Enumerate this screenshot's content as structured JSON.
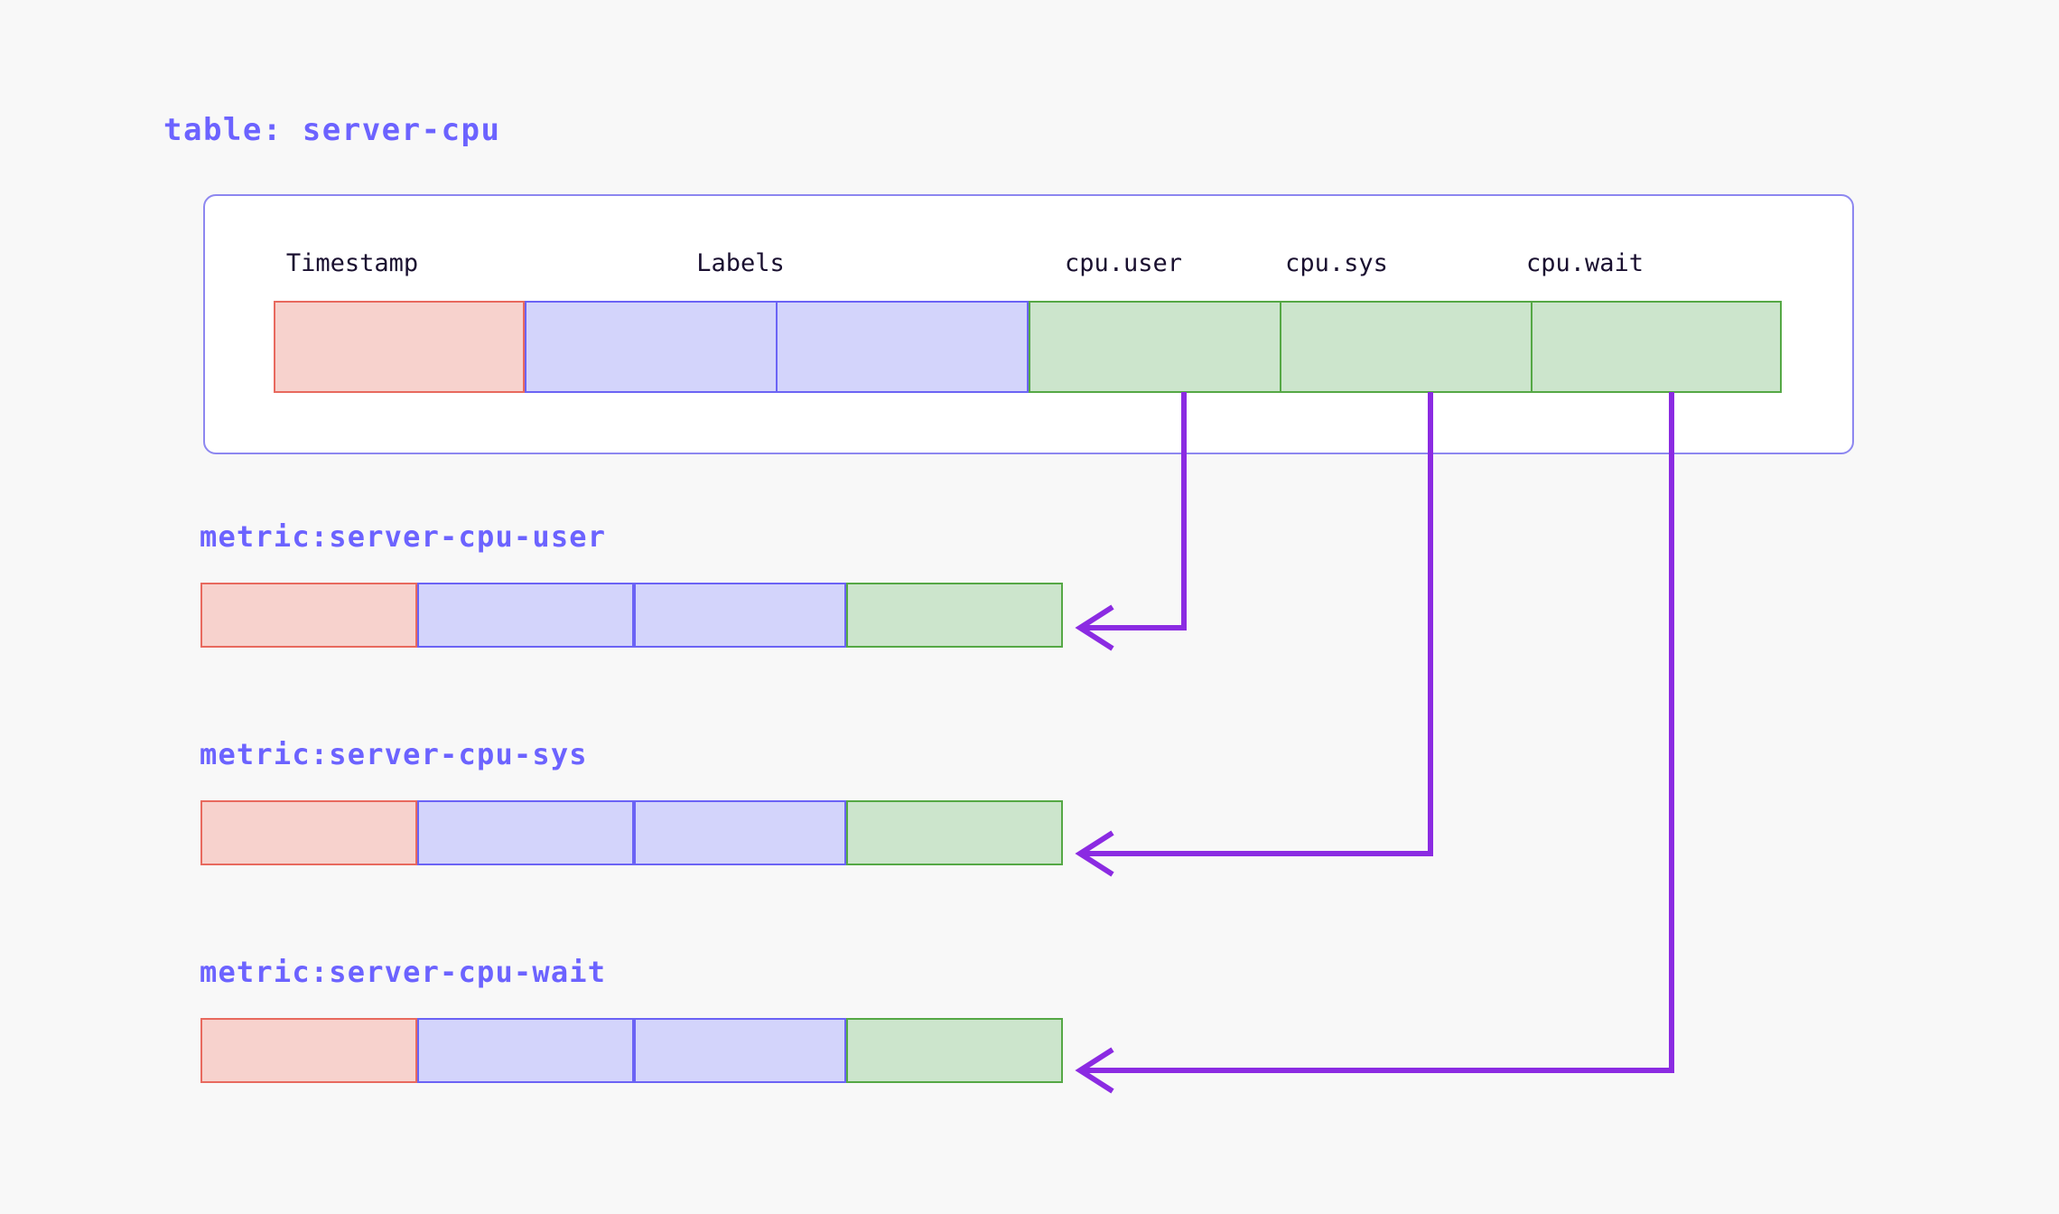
{
  "page": {
    "background": "#f8f8f8",
    "accent_indigo": "#6c63ff",
    "arrow_color": "#8b2be2"
  },
  "table": {
    "title": "table: server-cpu",
    "border_color": "#8d87f0",
    "columns": [
      {
        "label": "Timestamp",
        "kind": "timestamp",
        "fill": "#f7d2cd",
        "stroke": "#e8695e"
      },
      {
        "label": "Labels",
        "kind": "label",
        "fill": "#d3d4fb",
        "stroke": "#6b63f5"
      },
      {
        "label": "",
        "kind": "label",
        "fill": "#d3d4fb",
        "stroke": "#6b63f5"
      },
      {
        "label": "cpu.user",
        "kind": "value",
        "fill": "#cce5cc",
        "stroke": "#55a845"
      },
      {
        "label": "cpu.sys",
        "kind": "value",
        "fill": "#cce5cc",
        "stroke": "#55a845"
      },
      {
        "label": "cpu.wait",
        "kind": "value",
        "fill": "#cce5cc",
        "stroke": "#55a845"
      }
    ]
  },
  "metrics": [
    {
      "title": "metric:server-cpu-user",
      "source_column": "cpu.user",
      "cells": [
        {
          "kind": "timestamp",
          "fill": "#f7d2cd",
          "stroke": "#e8695e"
        },
        {
          "kind": "label",
          "fill": "#d3d4fb",
          "stroke": "#6b63f5"
        },
        {
          "kind": "label",
          "fill": "#d3d4fb",
          "stroke": "#6b63f5"
        },
        {
          "kind": "value",
          "fill": "#cce5cc",
          "stroke": "#55a845"
        }
      ]
    },
    {
      "title": "metric:server-cpu-sys",
      "source_column": "cpu.sys",
      "cells": [
        {
          "kind": "timestamp",
          "fill": "#f7d2cd",
          "stroke": "#e8695e"
        },
        {
          "kind": "label",
          "fill": "#d3d4fb",
          "stroke": "#6b63f5"
        },
        {
          "kind": "label",
          "fill": "#d3d4fb",
          "stroke": "#6b63f5"
        },
        {
          "kind": "value",
          "fill": "#cce5cc",
          "stroke": "#55a845"
        }
      ]
    },
    {
      "title": "metric:server-cpu-wait",
      "source_column": "cpu.wait",
      "cells": [
        {
          "kind": "timestamp",
          "fill": "#f7d2cd",
          "stroke": "#e8695e"
        },
        {
          "kind": "label",
          "fill": "#d3d4fb",
          "stroke": "#6b63f5"
        },
        {
          "kind": "label",
          "fill": "#d3d4fb",
          "stroke": "#6b63f5"
        },
        {
          "kind": "value",
          "fill": "#cce5cc",
          "stroke": "#55a845"
        }
      ]
    }
  ],
  "connectors": [
    {
      "from": "cpu.user",
      "to": "metric:server-cpu-user"
    },
    {
      "from": "cpu.sys",
      "to": "metric:server-cpu-sys"
    },
    {
      "from": "cpu.wait",
      "to": "metric:server-cpu-wait"
    }
  ]
}
